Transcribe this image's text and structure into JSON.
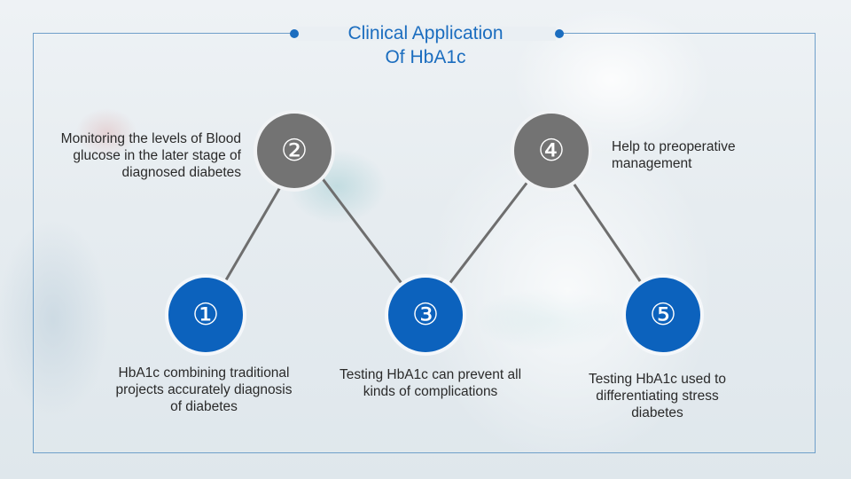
{
  "title": "Clinical Application Of HbA1c",
  "title_lines": [
    "Clinical Application",
    "Of HbA1c"
  ],
  "colors": {
    "accent": "#1b6dbf",
    "node_blue": "#0c62bd",
    "node_gray": "#737373",
    "connector": "#6e6e6e"
  },
  "steps": [
    {
      "number": "①",
      "color": "blue",
      "text": "HbA1c combining traditional projects accurately diagnosis of diabetes"
    },
    {
      "number": "②",
      "color": "gray",
      "text": "Monitoring the levels of Blood glucose in the later stage of diagnosed diabetes"
    },
    {
      "number": "③",
      "color": "blue",
      "text": "Testing HbA1c can prevent all kinds of complications"
    },
    {
      "number": "④",
      "color": "gray",
      "text": "Help to preoperative management"
    },
    {
      "number": "⑤",
      "color": "blue",
      "text": "Testing HbA1c used to differentiating stress diabetes"
    }
  ]
}
